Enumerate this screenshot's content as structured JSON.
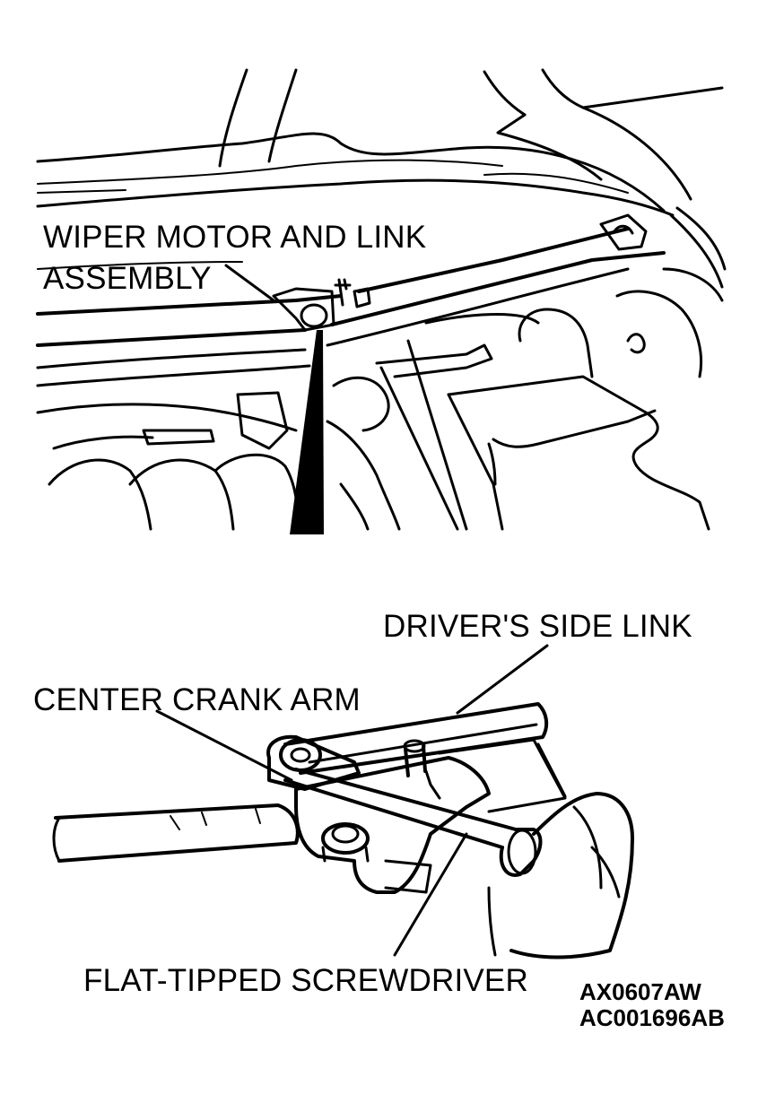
{
  "labels": {
    "wiper_motor_line1": "WIPER MOTOR AND LINK",
    "wiper_motor_line2": "ASSEMBLY",
    "drivers_side_link": "DRIVER'S SIDE LINK",
    "center_crank_arm": "CENTER CRANK ARM",
    "flat_tipped_screwdriver": "FLAT-TIPPED SCREWDRIVER"
  },
  "figure_codes": {
    "code1": "AX0607AW",
    "code2": "AC001696AB"
  }
}
